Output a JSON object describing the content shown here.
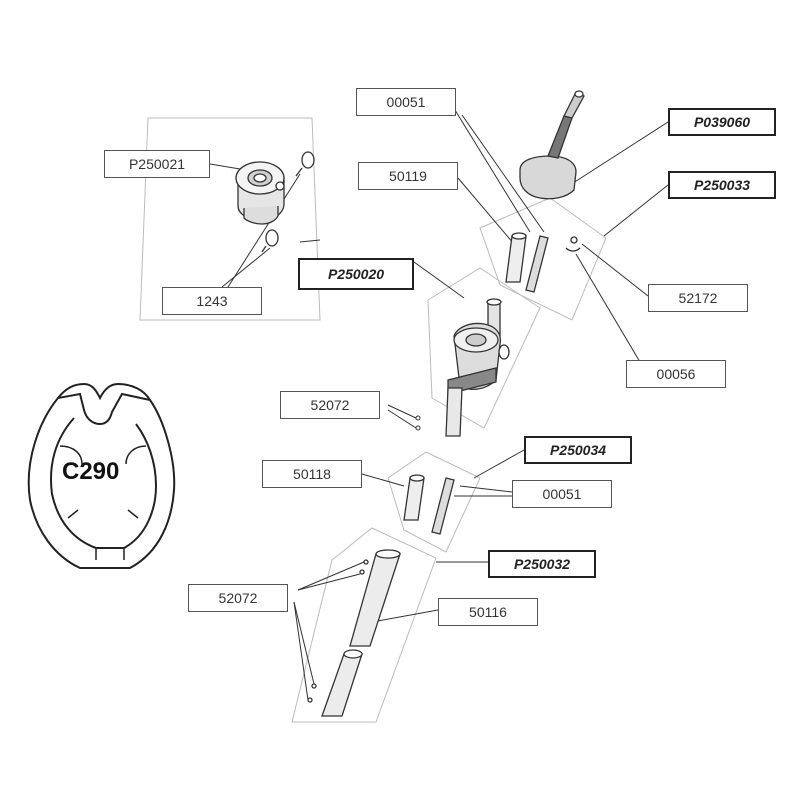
{
  "profile_label": "C290",
  "labels": {
    "p250021": "P250021",
    "n1243": "1243",
    "n00051_top": "00051",
    "p039060": "P039060",
    "n50119": "50119",
    "p250033": "P250033",
    "p250020": "P250020",
    "n52172": "52172",
    "n00056": "00056",
    "n52072_mid": "52072",
    "p250034": "P250034",
    "n50118": "50118",
    "n00051_mid": "00051",
    "p250032": "P250032",
    "n52072_bottom": "52072",
    "n50116": "50116"
  }
}
